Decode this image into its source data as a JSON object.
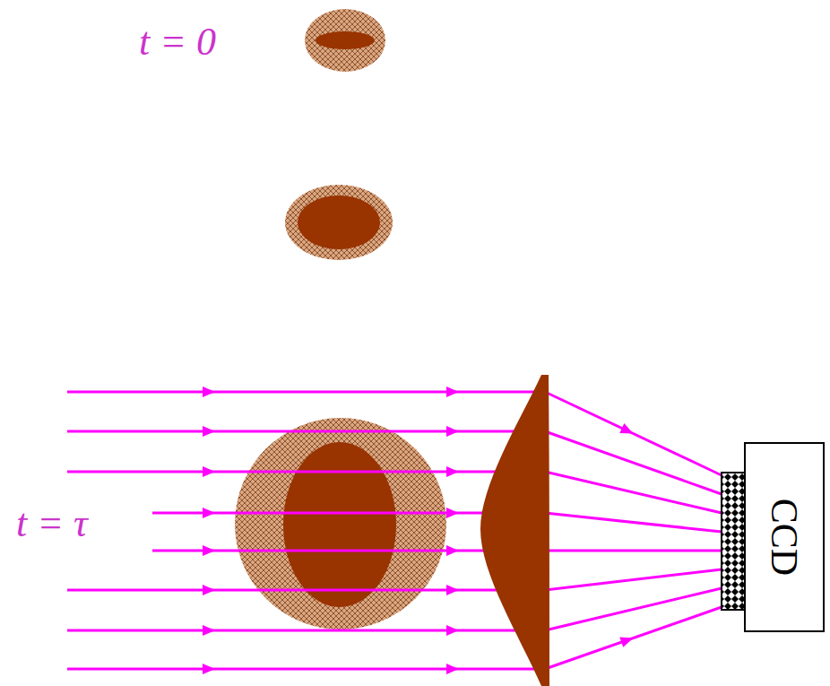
{
  "diagram": {
    "nodes": [
      {
        "text": [
          "CCD"
        ]
      }
    ],
    "labels": [
      "t = 0",
      "t = τ"
    ]
  }
}
